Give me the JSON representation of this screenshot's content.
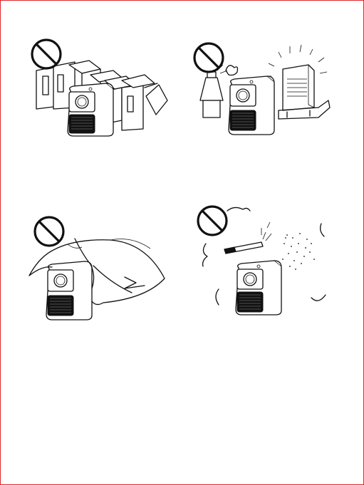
{
  "page": {
    "border_color": "#e0262c",
    "background": "#ffffff"
  },
  "panels": [
    {
      "id": "boxes",
      "icons": [
        "prohibited-icon",
        "projector-icon",
        "box-stack-icon"
      ]
    },
    {
      "id": "heat-sources",
      "icons": [
        "prohibited-icon",
        "projector-icon",
        "lamp-icon",
        "heater-icon"
      ]
    },
    {
      "id": "cloth-cover",
      "icons": [
        "prohibited-icon",
        "projector-icon",
        "cloth-icon"
      ]
    },
    {
      "id": "smoke-dust-humidity",
      "icons": [
        "prohibited-icon",
        "projector-icon",
        "cigarette-icon",
        "dust-icon"
      ]
    }
  ]
}
